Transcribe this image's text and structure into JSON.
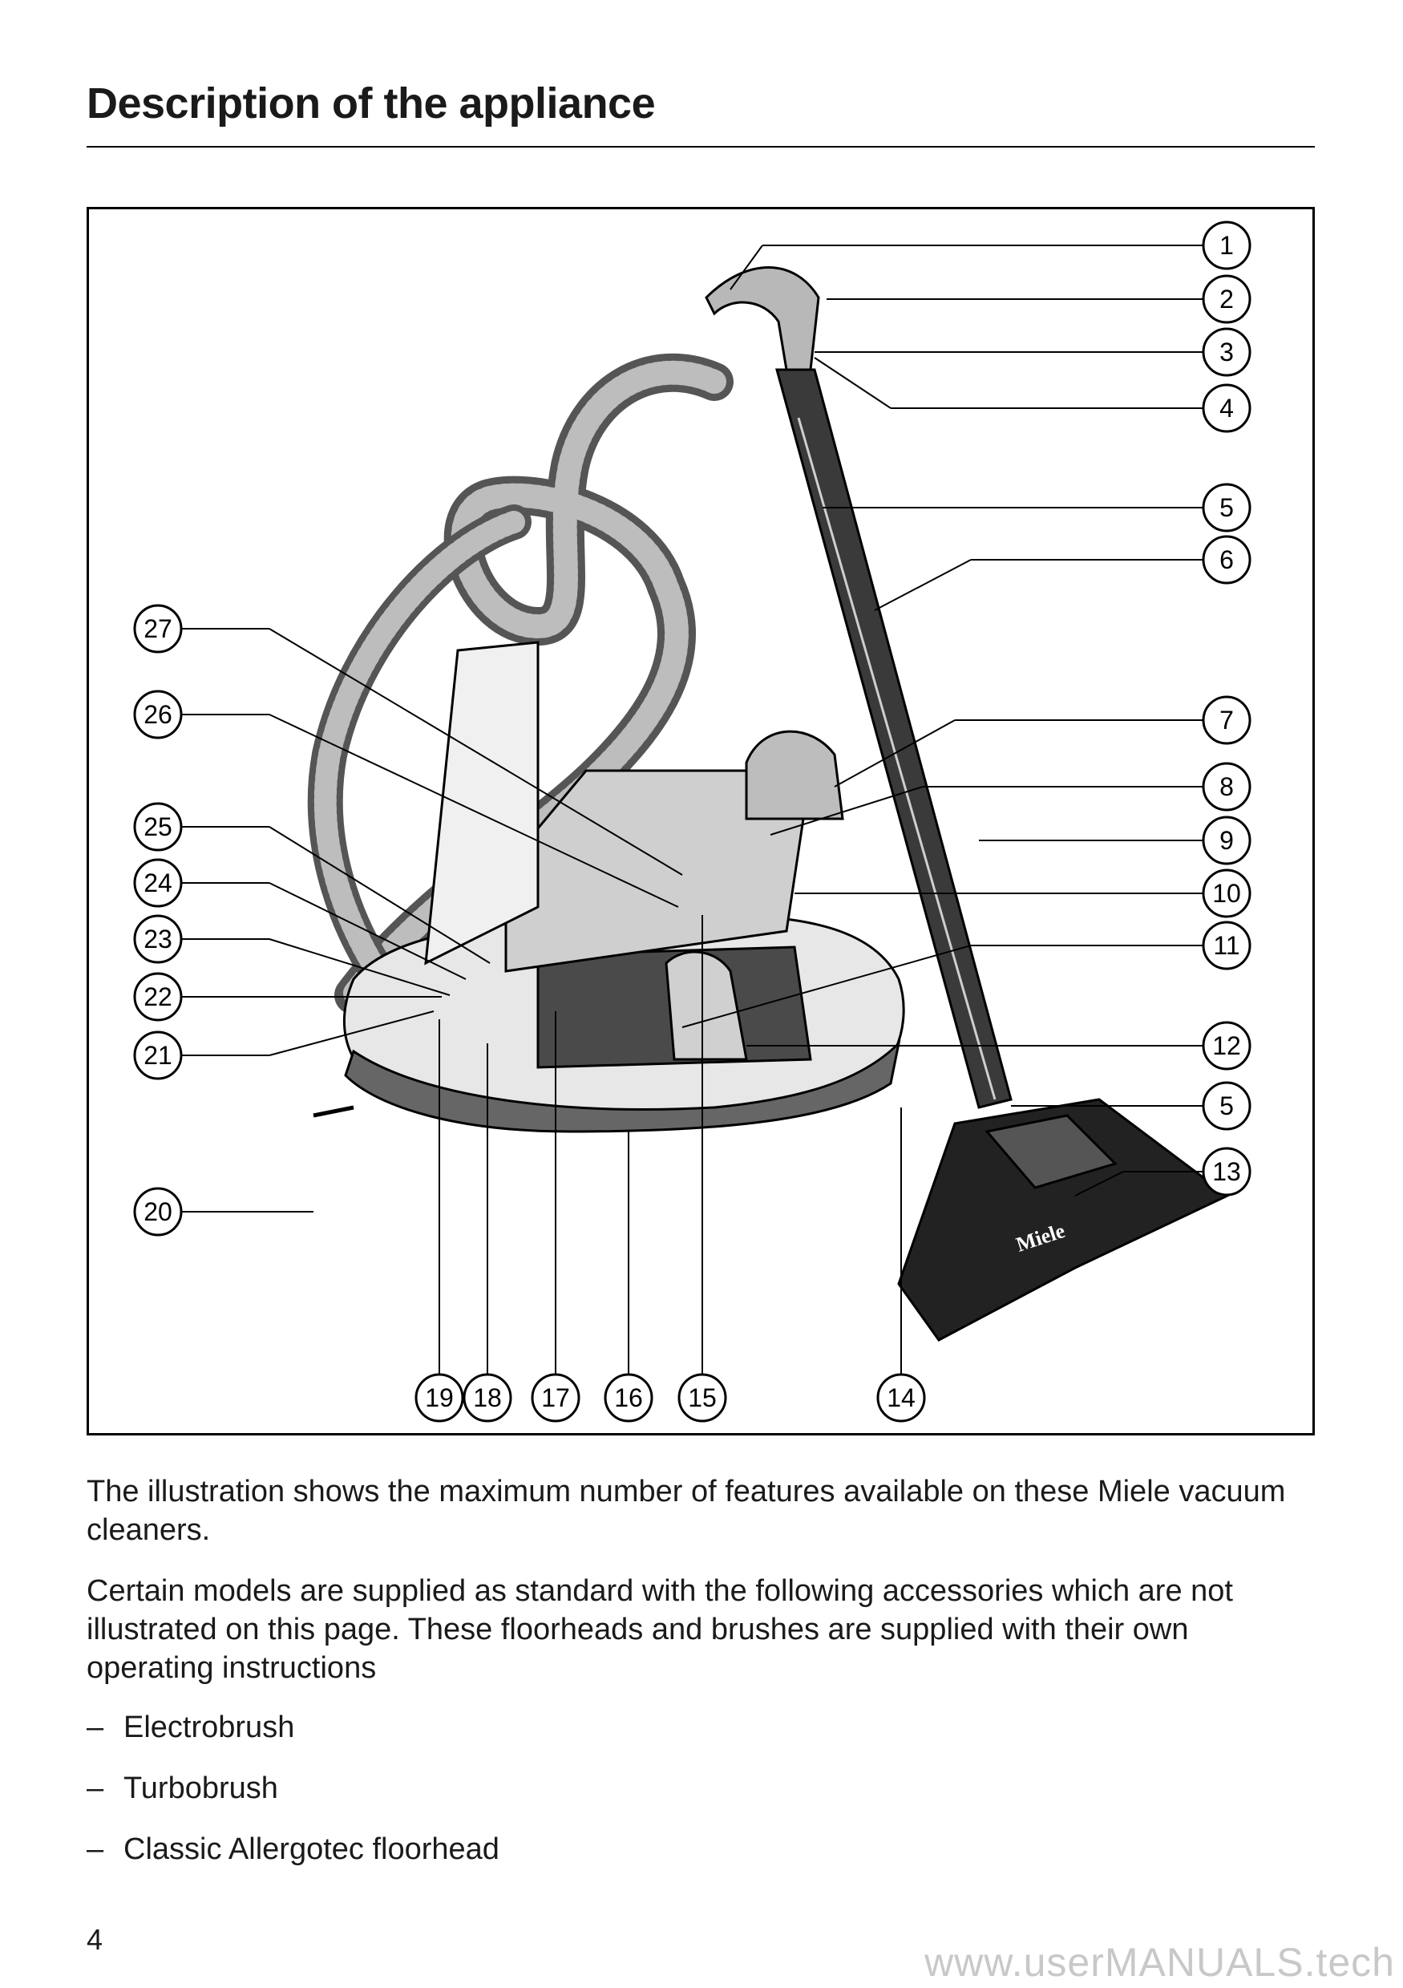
{
  "page": {
    "title": "Description of the appliance",
    "paragraph_1": "The illustration shows the maximum number of features available on these Miele vacuum cleaners.",
    "paragraph_2": "Certain models are supplied as standard with the following accessories which are not illustrated on this page. These floorheads and brushes are supplied with their own operating instructions",
    "accessories": [
      "Electrobrush",
      "Turbobrush",
      "Classic Allergotec floorhead"
    ],
    "list_dash": "–",
    "page_number": "4",
    "watermark": "www.userMANUALS.tech"
  },
  "figure": {
    "brand_mark": "Miele",
    "callouts_right": [
      "1",
      "2",
      "3",
      "4",
      "5",
      "6",
      "7",
      "8",
      "9",
      "10",
      "11",
      "12",
      "5",
      "13"
    ],
    "callouts_left": [
      "27",
      "26",
      "25",
      "24",
      "23",
      "22",
      "21",
      "20"
    ],
    "callouts_bottom": [
      "19",
      "18",
      "17",
      "16",
      "15",
      "14"
    ]
  }
}
